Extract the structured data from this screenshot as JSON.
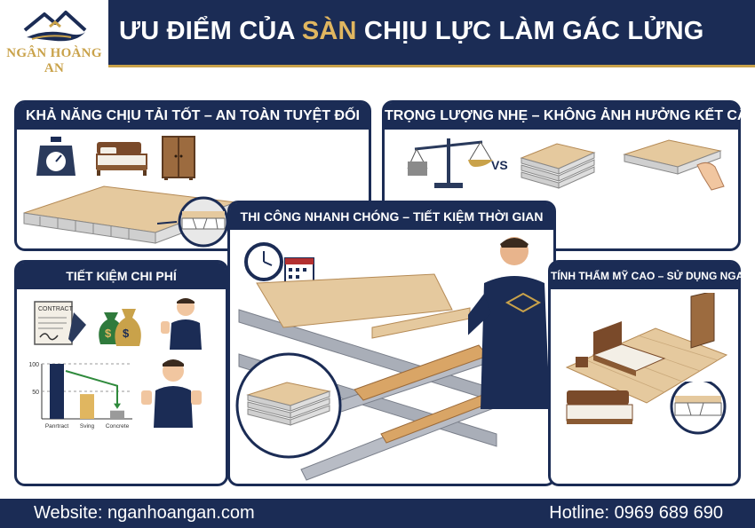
{
  "brand": {
    "name": "NGÂN HOÀNG AN",
    "colors": {
      "navy": "#1b2c55",
      "gold": "#c9a24a",
      "wood": "#e5c99e"
    }
  },
  "header": {
    "title_part1": "ƯU ĐIỂM CỦA ",
    "title_highlight": "SÀN",
    "title_part2": " CHỊU LỰC LÀM GÁC LỬNG"
  },
  "panels": {
    "load": {
      "title": "KHẢ NĂNG CHỊU TẢI TỐT – AN TOÀN TUYỆT ĐỐI",
      "icons": [
        "scale-icon",
        "bed-icon",
        "wardrobe-icon"
      ]
    },
    "light": {
      "title": "TRỌNG LƯỢNG NHẸ – KHÔNG ẢNH HƯỞNG KẾT CẤU",
      "vs_label": "VS"
    },
    "fast": {
      "title": "THI CÔNG NHANH CHÓNG – TIẾT KIỆM THỜI GIAN"
    },
    "cost": {
      "title": "TIẾT KIỆM CHI PHÍ",
      "contract_label": "CONTRACT",
      "chart_data": {
        "type": "bar",
        "categories": [
          "Panrtract",
          "Sving",
          "Concrete"
        ],
        "values": [
          100,
          45,
          15
        ],
        "ylim": [
          0,
          100
        ],
        "yticks": [
          "100",
          "50"
        ],
        "colors": [
          "#1b2c55",
          "#e0b660",
          "#9a9a9a"
        ]
      }
    },
    "aesthetic": {
      "title": "TÍNH THẨM MỸ CAO – SỬ DỤNG NGAY"
    }
  },
  "footer": {
    "website": "Website: nganhoangan.com",
    "hotline": "Hotline: 0969 689 690"
  }
}
